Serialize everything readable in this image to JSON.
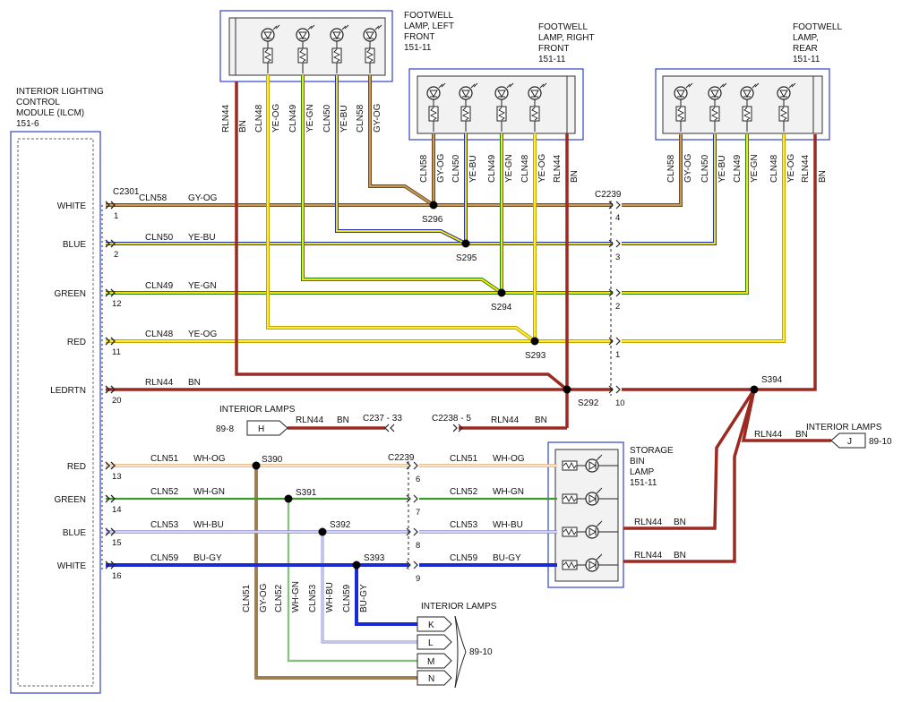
{
  "modules": {
    "ilcm": {
      "title": [
        "INTERIOR LIGHTING",
        "CONTROL",
        "MODULE (ILCM)",
        "151-6"
      ]
    },
    "fw_left": {
      "title": [
        "FOOTWELL",
        "LAMP, LEFT",
        "FRONT",
        "151-11"
      ]
    },
    "fw_right": {
      "title": [
        "FOOTWELL",
        "LAMP, RIGHT",
        "FRONT",
        "151-11"
      ]
    },
    "fw_rear": {
      "title": [
        "FOOTWELL",
        "LAMP,",
        "REAR",
        "151-11"
      ]
    },
    "storage": {
      "title": [
        "STORAGE",
        "BIN",
        "LAMP",
        "151-11"
      ]
    }
  },
  "ilcm_pins": {
    "top": [
      {
        "label": "WHITE",
        "num": "1",
        "circuit": "CLN58",
        "color": "GY-OG"
      },
      {
        "label": "BLUE",
        "num": "2",
        "circuit": "CLN50",
        "color": "YE-BU"
      },
      {
        "label": "GREEN",
        "num": "12",
        "circuit": "CLN49",
        "color": "YE-GN"
      },
      {
        "label": "RED",
        "num": "11",
        "circuit": "CLN48",
        "color": "YE-OG"
      },
      {
        "label": "LEDRTN",
        "num": "20",
        "circuit": "RLN44",
        "color": "BN"
      }
    ],
    "bottom": [
      {
        "label": "RED",
        "num": "13",
        "circuit": "CLN51",
        "color": "WH-OG"
      },
      {
        "label": "GREEN",
        "num": "14",
        "circuit": "CLN52",
        "color": "WH-GN"
      },
      {
        "label": "BLUE",
        "num": "15",
        "circuit": "CLN53",
        "color": "WH-BU"
      },
      {
        "label": "WHITE",
        "num": "16",
        "circuit": "CLN59",
        "color": "BU-GY"
      }
    ]
  },
  "connectors": {
    "c2301": "C2301",
    "c2239_top": "C2239",
    "c2239_bottom": "C2239",
    "c237": "C237 - 33",
    "c2238": "C2238 - 5",
    "c2239_pins_top": [
      "4",
      "3",
      "2",
      "1",
      "10"
    ],
    "c2239_pins_bottom": [
      "6",
      "7",
      "8",
      "9"
    ]
  },
  "splices": {
    "s296": "S296",
    "s295": "S295",
    "s294": "S294",
    "s293": "S293",
    "s292": "S292",
    "s394": "S394",
    "s390": "S390",
    "s391": "S391",
    "s392": "S392",
    "s393": "S393"
  },
  "fw_left_wires": [
    {
      "circuit": "RLN44",
      "color": "BN"
    },
    {
      "circuit": "CLN48",
      "color": "YE-OG"
    },
    {
      "circuit": "CLN49",
      "color": "YE-GN"
    },
    {
      "circuit": "CLN50",
      "color": "YE-BU"
    },
    {
      "circuit": "CLN58",
      "color": "GY-OG"
    }
  ],
  "fw_right_wires": [
    {
      "circuit": "CLN58",
      "color": "GY-OG"
    },
    {
      "circuit": "CLN50",
      "color": "YE-BU"
    },
    {
      "circuit": "CLN49",
      "color": "YE-GN"
    },
    {
      "circuit": "CLN48",
      "color": "YE-OG"
    },
    {
      "circuit": "RLN44",
      "color": "BN"
    }
  ],
  "fw_rear_wires": [
    {
      "circuit": "CLN58",
      "color": "GY-OG"
    },
    {
      "circuit": "CLN50",
      "color": "YE-BU"
    },
    {
      "circuit": "CLN49",
      "color": "YE-GN"
    },
    {
      "circuit": "CLN48",
      "color": "YE-OG"
    },
    {
      "circuit": "RLN44",
      "color": "BN"
    }
  ],
  "right_side_wires": [
    {
      "circuit": "CLN51",
      "color": "WH-OG"
    },
    {
      "circuit": "CLN52",
      "color": "WH-GN"
    },
    {
      "circuit": "CLN53",
      "color": "WH-BU"
    },
    {
      "circuit": "CLN59",
      "color": "BU-GY"
    }
  ],
  "storage_wires": [
    {
      "circuit": "RLN44",
      "color": "BN"
    },
    {
      "circuit": "RLN44",
      "color": "BN"
    }
  ],
  "interior_lamps": {
    "h": {
      "title": "INTERIOR LAMPS",
      "ref": "89-8",
      "letter": "H",
      "circuit": "RLN44",
      "color": "BN",
      "circuit2": "RLN44",
      "color2": "BN"
    },
    "j": {
      "title": "INTERIOR LAMPS",
      "ref": "89-10",
      "letter": "J",
      "circuit": "RLN44",
      "color": "BN"
    },
    "bottom": {
      "title": "INTERIOR LAMPS",
      "ref": "89-10",
      "letters": [
        "K",
        "L",
        "M",
        "N"
      ]
    }
  },
  "bottom_drops": [
    {
      "circuit": "CLN51",
      "color": "GY-OG"
    },
    {
      "circuit": "CLN52",
      "color": "WH-GN"
    },
    {
      "circuit": "CLN53",
      "color": "WH-BU"
    },
    {
      "circuit": "CLN59",
      "color": "BU-GY"
    }
  ],
  "wire_colors": {
    "brown": "#9b2a22",
    "tan": "#9c7a4a",
    "yellow": "#f2e600",
    "green": "#3c9a2c",
    "blue": "#1a2bd6",
    "light_blue": "#8a8ad8",
    "orange": "#e0b070",
    "module_border": "#3344cc"
  }
}
